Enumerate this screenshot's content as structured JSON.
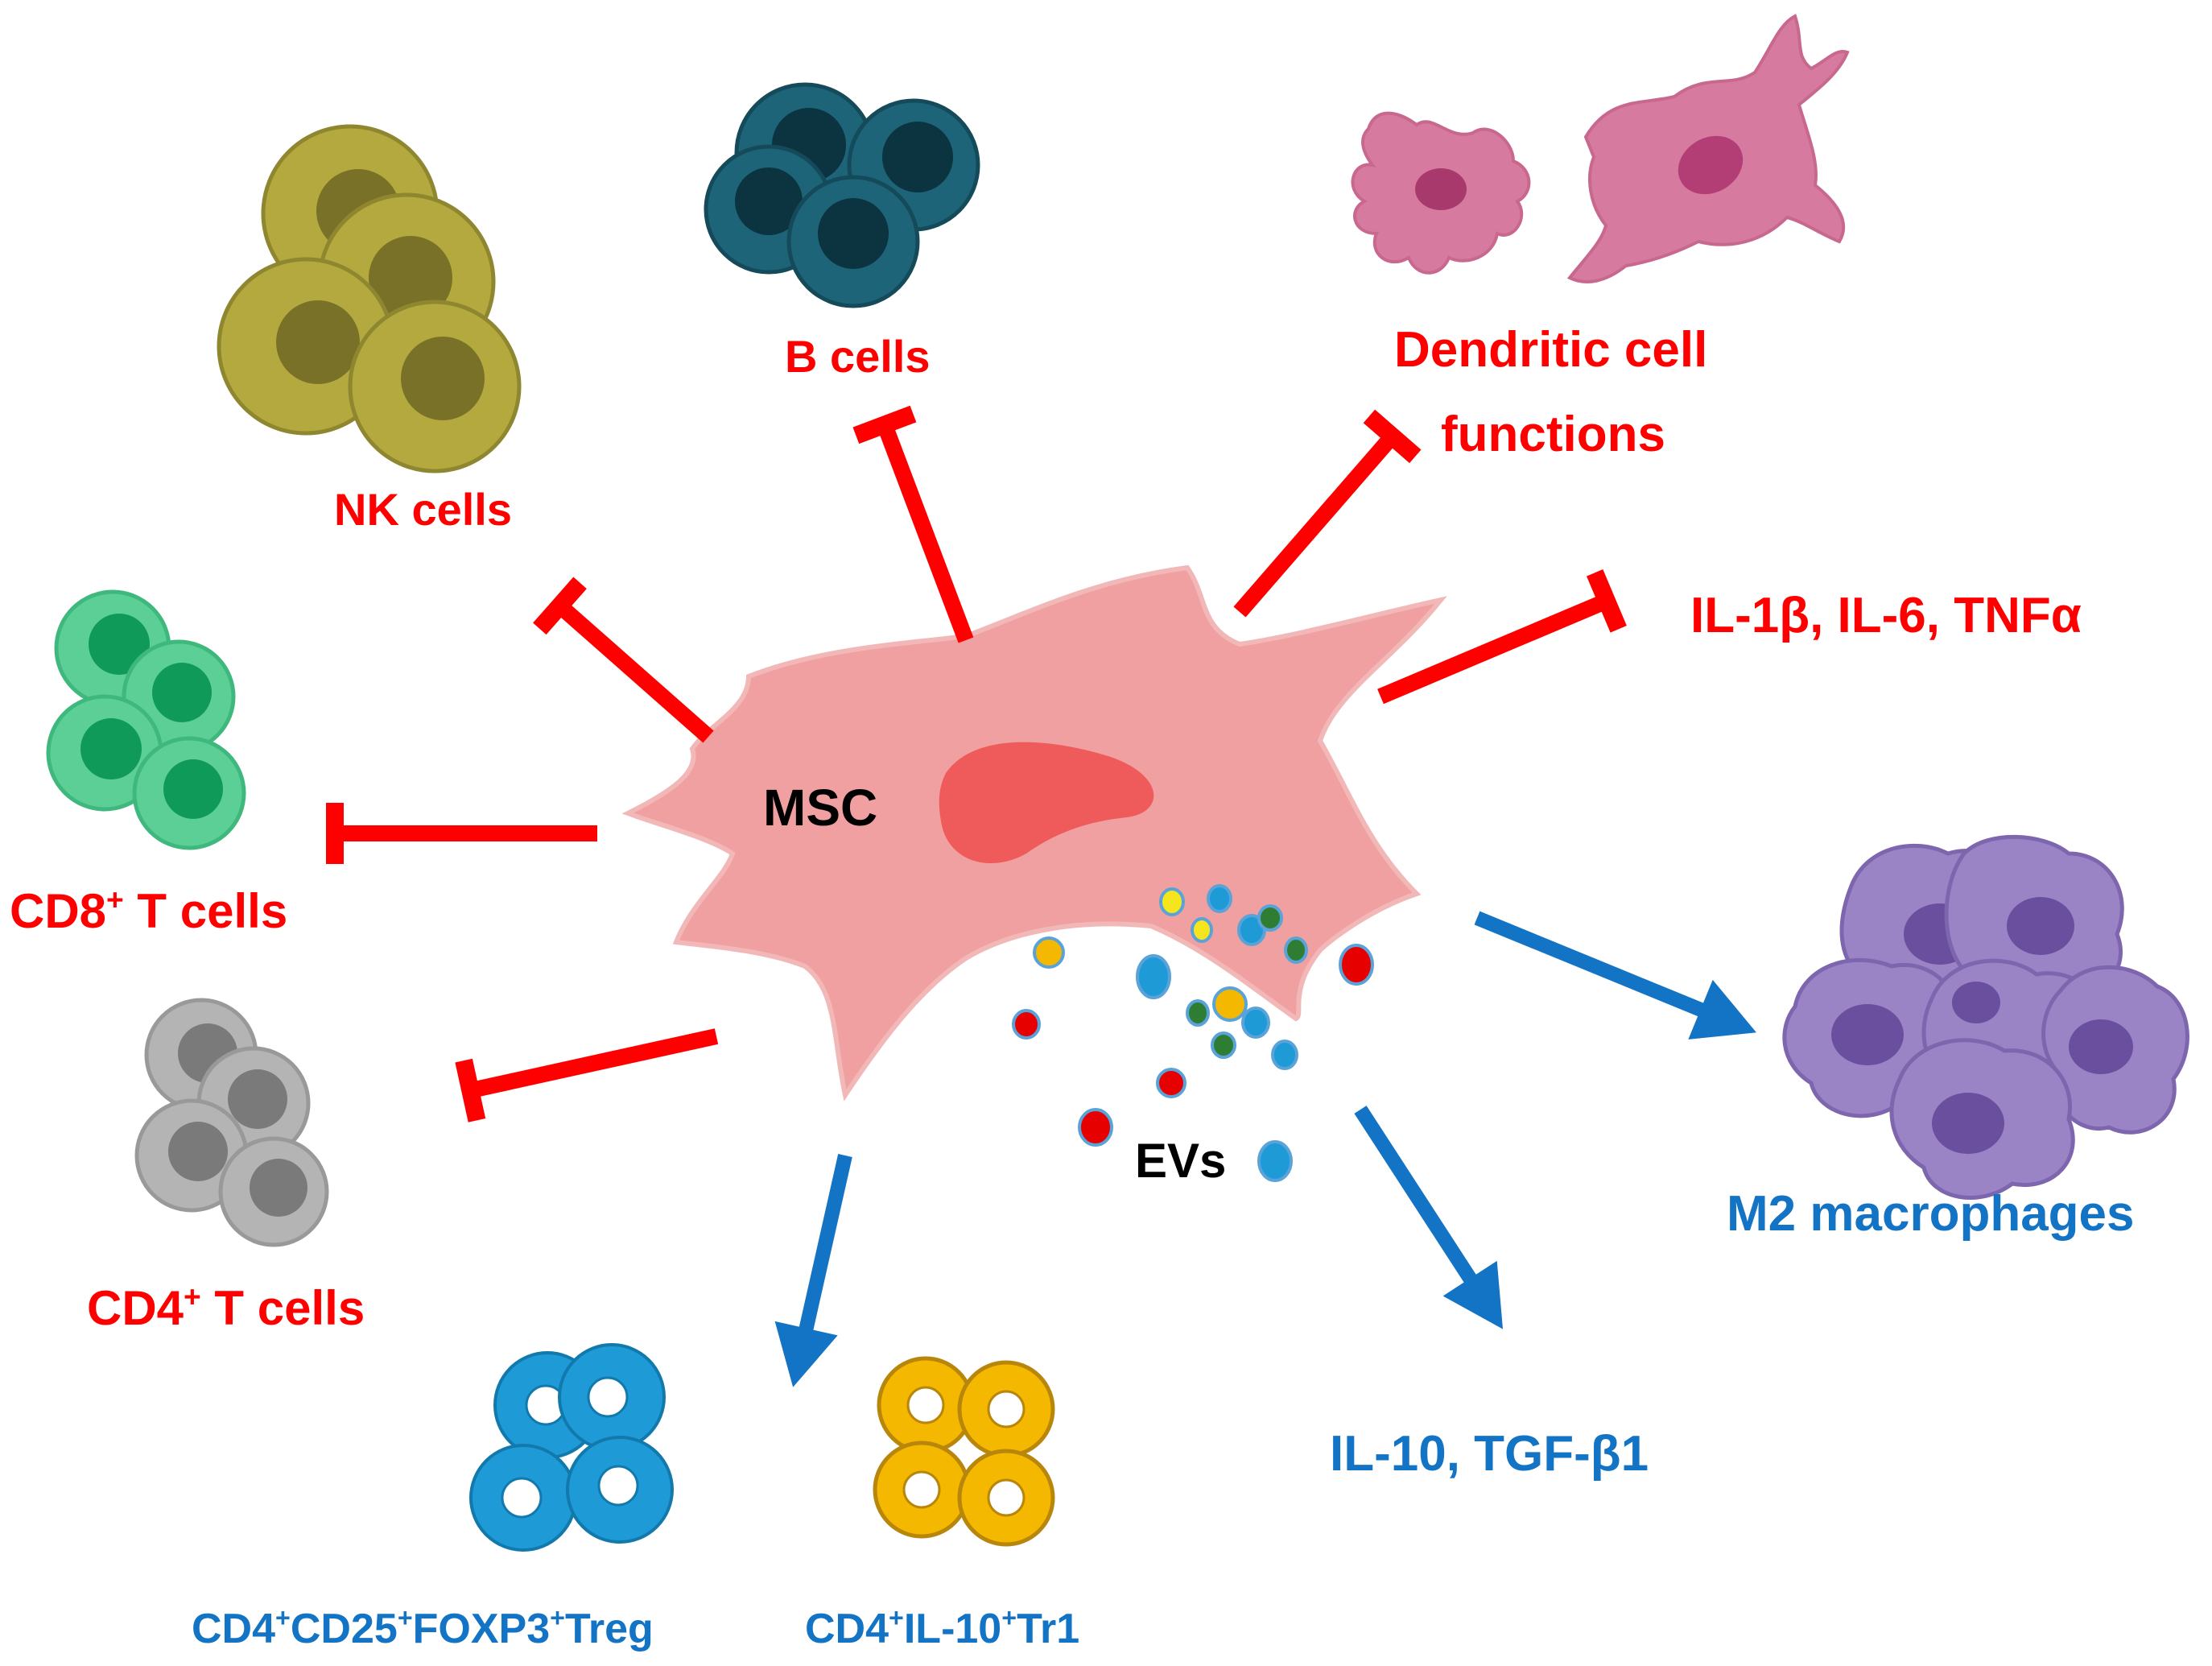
{
  "labels": {
    "msc": "MSC",
    "evs": "EVs",
    "nk": "NK cells",
    "b": "B cells",
    "dc_line1": "Dendritic cell",
    "dc_line2": "functions",
    "cytokines_inhibited": "IL-1β, IL-6, TNFα",
    "cd8_main": "CD8",
    "cd8_sup": "+",
    "cd8_rest": " T cells",
    "cd4_main": "CD4",
    "cd4_sup": "+",
    "cd4_rest": " T cells",
    "m2": "M2 macrophages",
    "cytokines_induced": "IL-10, TGF-β1",
    "treg": [
      "CD4",
      "+",
      "CD25",
      "+",
      "FOXP3",
      "+",
      "Treg"
    ],
    "tr1": [
      "CD4",
      "+",
      "IL-10",
      "+",
      "Tr1"
    ]
  },
  "colors": {
    "inhibit": "#ff0000",
    "promote": "#1373c4",
    "msc_fill": "#f0a0a0",
    "msc_nucleus": "#ef5a5a",
    "nk": "#b3a93e",
    "b": "#1d6478",
    "dc": "#d77aa0",
    "cd8": "#5ccf97",
    "cd4": "#b4b4b4",
    "m2": "#9a84c6",
    "treg": "#1e9ad6",
    "tr1": "#f5b800"
  },
  "icons": [
    "nk-cell-cluster-icon",
    "b-cell-cluster-icon",
    "dendritic-cell-icon",
    "cd8-t-cell-cluster-icon",
    "cd4-t-cell-cluster-icon",
    "m2-macrophage-cluster-icon",
    "treg-cell-cluster-icon",
    "tr1-cell-cluster-icon",
    "msc-cell-icon",
    "extracellular-vesicle-icon"
  ]
}
